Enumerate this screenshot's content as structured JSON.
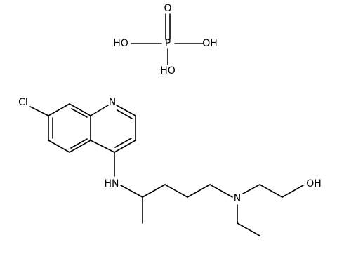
{
  "atoms": {
    "phosphorus": "P",
    "p_double_o": "O",
    "p_oh_left": "HO",
    "p_oh_right": "OH",
    "p_oh_bottom": "HO",
    "chlorine": "Cl",
    "quinoline_n": "N",
    "amine_nh": "HN",
    "tertiary_n": "N",
    "terminal_oh": "OH"
  }
}
